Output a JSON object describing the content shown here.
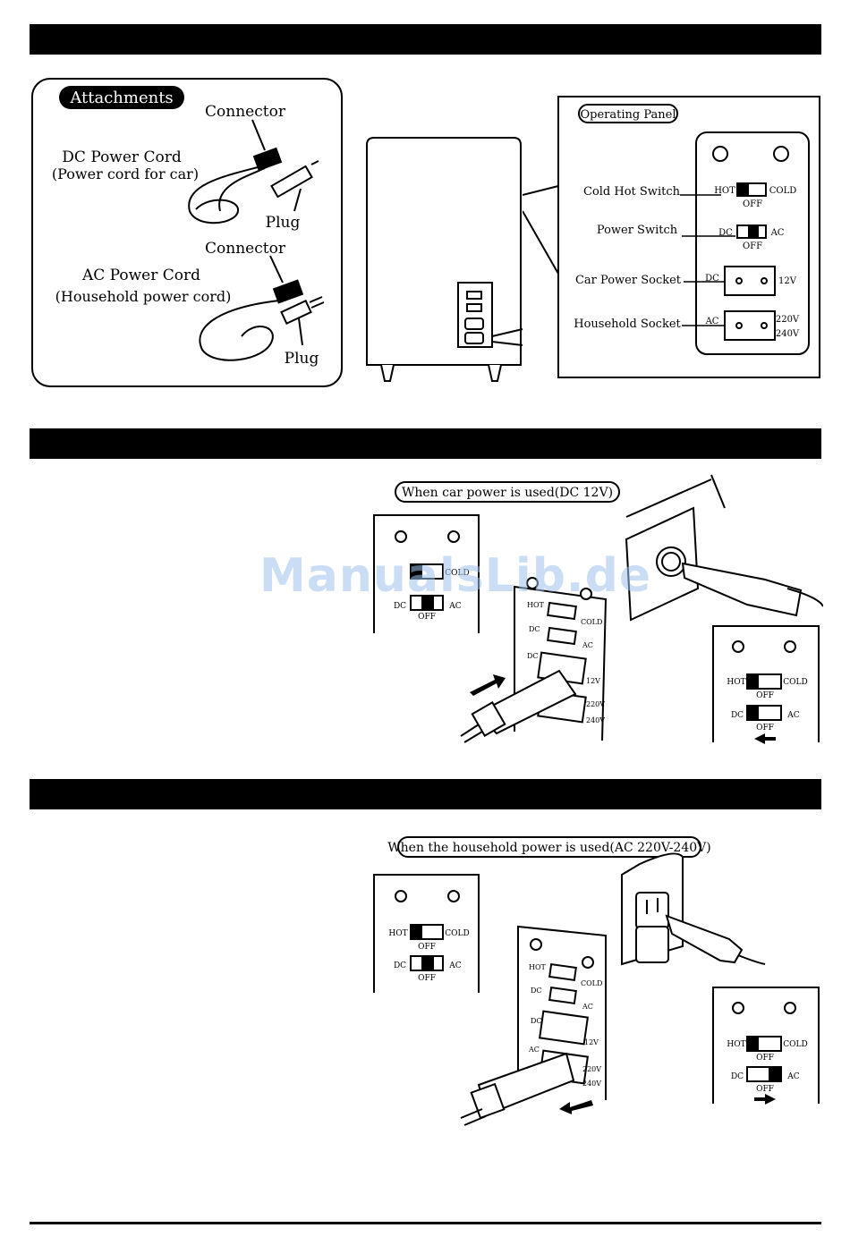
{
  "attachments": {
    "title": "Attachments",
    "dc": {
      "connector": "Connector",
      "name": "DC Power Cord",
      "sub": "(Power cord for car)",
      "plug": "Plug"
    },
    "ac": {
      "connector": "Connector",
      "name": "AC Power Cord",
      "sub": "(Household power cord)",
      "plug": "Plug"
    }
  },
  "operating_panel": {
    "title": "Operating Panel",
    "labels": [
      "Cold Hot Switch",
      "Power Switch",
      "Car Power Socket",
      "Household Socket"
    ],
    "hot": "HOT",
    "cold": "COLD",
    "off": "OFF",
    "dc": "DC",
    "ac": "AC",
    "v12": "12V",
    "v220": "220V",
    "v240": "240V"
  },
  "car_section": {
    "caption": "When car power is used(DC 12V)"
  },
  "household_section": {
    "caption": "When the household power is used(AC 220V-240V)"
  },
  "panel_labels": {
    "hot": "HOT",
    "cold": "COLD",
    "off": "OFF",
    "dc": "DC",
    "ac": "AC",
    "v12": "12V",
    "v220": "220V",
    "v240": "240V"
  },
  "watermark": "ManualsLib.de"
}
